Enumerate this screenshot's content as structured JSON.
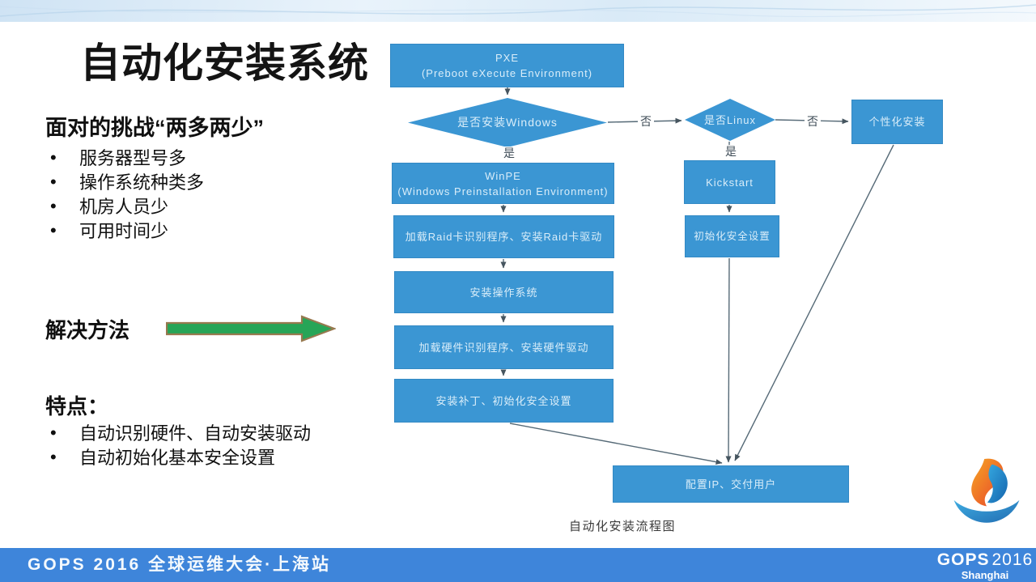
{
  "slide": {
    "title": "自动化安装系统",
    "challenge": {
      "heading": "面对的挑战“两多两少”",
      "bullets": [
        "服务器型号多",
        "操作系统种类多",
        "机房人员少",
        "可用时间少"
      ]
    },
    "solution": {
      "heading": "解决方法"
    },
    "features": {
      "heading": "特点：",
      "bullets": [
        "自动识别硬件、自动安装驱动",
        "自动初始化基本安全设置"
      ]
    }
  },
  "flowchart": {
    "caption": "自动化安装流程图",
    "nodes": {
      "pxe": {
        "line1": "PXE",
        "line2": "(Preboot eXecute Environment)"
      },
      "windows_decision": "是否安装Windows",
      "linux_decision": "是否Linux",
      "personalized": "个性化安装",
      "winpe": {
        "line1": "WinPE",
        "line2": "(Windows Preinstallation Environment)"
      },
      "raid": "加载Raid卡识别程序、安装Raid卡驱动",
      "os": "安装操作系统",
      "hardware": "加载硬件识别程序、安装硬件驱动",
      "patch": "安装补丁、初始化安全设置",
      "kickstart": "Kickstart",
      "init_security": "初始化安全设置",
      "deliver": "配置IP、交付用户"
    },
    "edge_labels": {
      "windows_yes": "是",
      "windows_no": "否",
      "linux_yes": "是",
      "linux_no": "否"
    }
  },
  "footer": {
    "conference": "GOPS 2016 全球运维大会·上海站",
    "logo": {
      "brand": "GOPS",
      "year": "2016",
      "city": "Shanghai"
    }
  },
  "colors": {
    "node_blue": "#3b96d3",
    "node_text": "#d9edf9",
    "connector": "#566a77",
    "footer_blue": "#3e85da",
    "solution_arrow_fill": "#27a557",
    "solution_arrow_stroke": "#97794f",
    "logo_orange": "#f08c1e",
    "logo_blue": "#1e78bd"
  }
}
